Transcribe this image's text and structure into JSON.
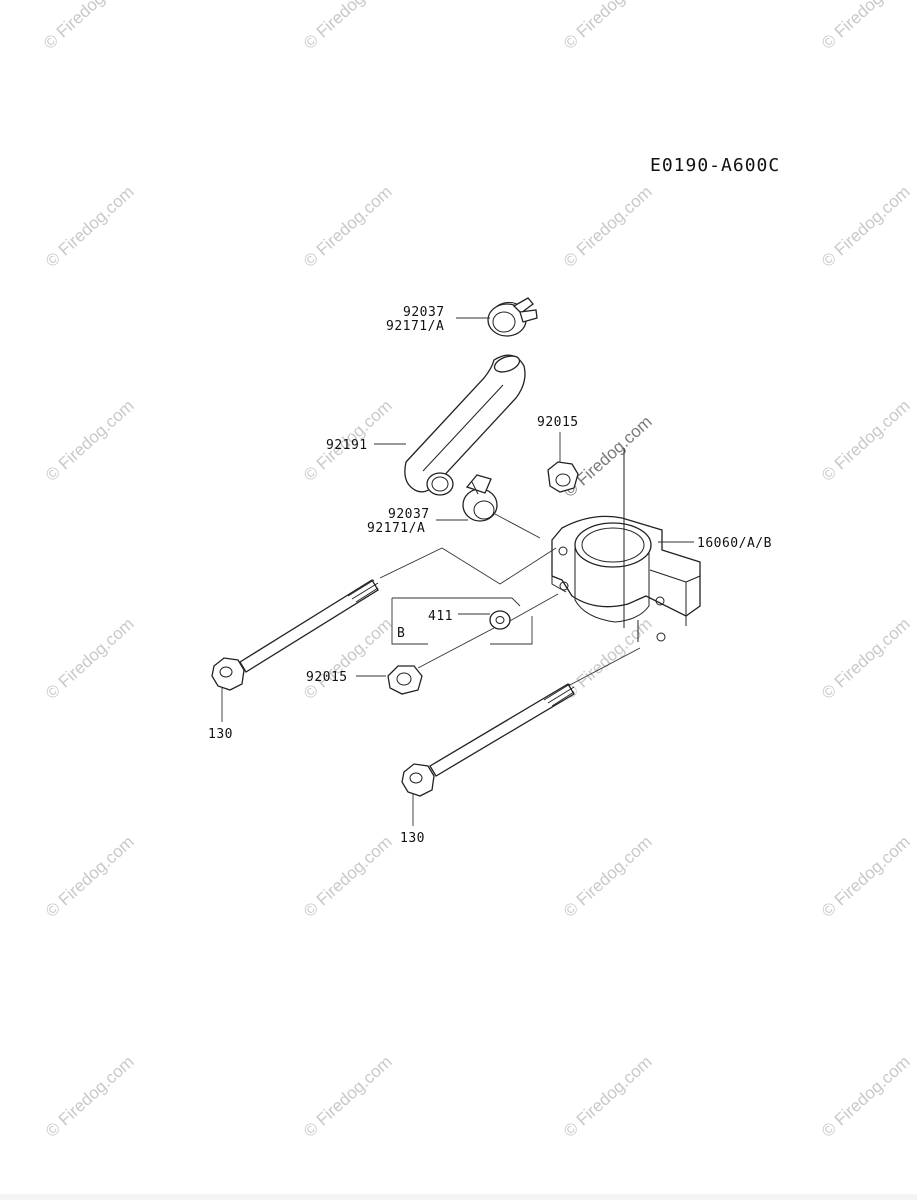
{
  "diagram": {
    "code": "E0190-A600C",
    "watermark_text": "© Firedog.com",
    "labels": {
      "clamp_top_a": "92037",
      "clamp_top_b": "92171/A",
      "hose": "92191",
      "nut_top": "92015",
      "clamp_mid_a": "92037",
      "clamp_mid_b": "92171/A",
      "housing": "16060/A/B",
      "washer": "411",
      "group_b": "B",
      "nut_low": "92015",
      "bolt_left": "130",
      "bolt_right": "130"
    }
  }
}
